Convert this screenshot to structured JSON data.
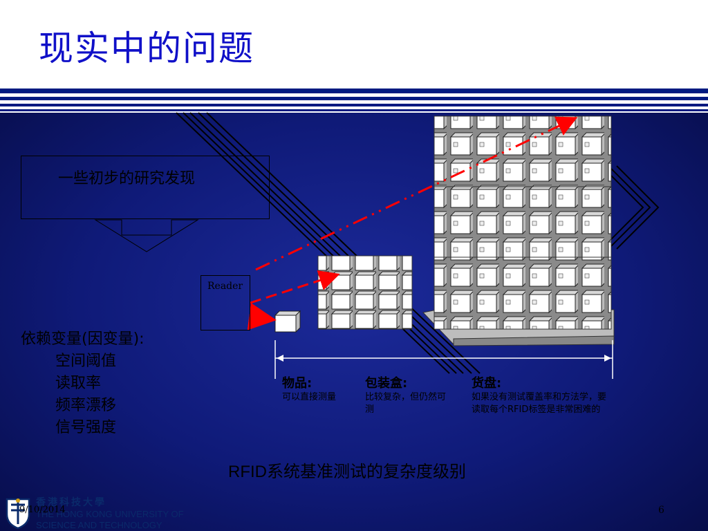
{
  "title": "现实中的问题",
  "findings_label": "一些初步的研究发现",
  "reader_label": "Reader",
  "dependent_vars": {
    "heading": "依赖变量(因变量):",
    "items": [
      "空间阈值",
      "读取率",
      "频率漂移",
      "信号强度"
    ]
  },
  "categories": [
    {
      "title": "物品:",
      "desc": "可以直接测量"
    },
    {
      "title": "包装盒:",
      "desc": "比较复杂，但仍然可测"
    },
    {
      "title": "货盘:",
      "desc": "如果没有测试覆盖率和方法学，要读取每个RFID标签是非常困难的"
    }
  ],
  "footer_caption": "RFID系统基准测试的复杂度级别",
  "date": "9/10/2014",
  "page_number": "6",
  "logo": {
    "chinese": "香港科技大學",
    "english_line1": "THE HONG KONG UNIVERSITY OF",
    "english_line2": "SCIENCE AND TECHNOLOGY"
  },
  "colors": {
    "title": "#1010c8",
    "rules": "#001a80",
    "background": "#0f1a78",
    "arrow": "#ff0000"
  }
}
